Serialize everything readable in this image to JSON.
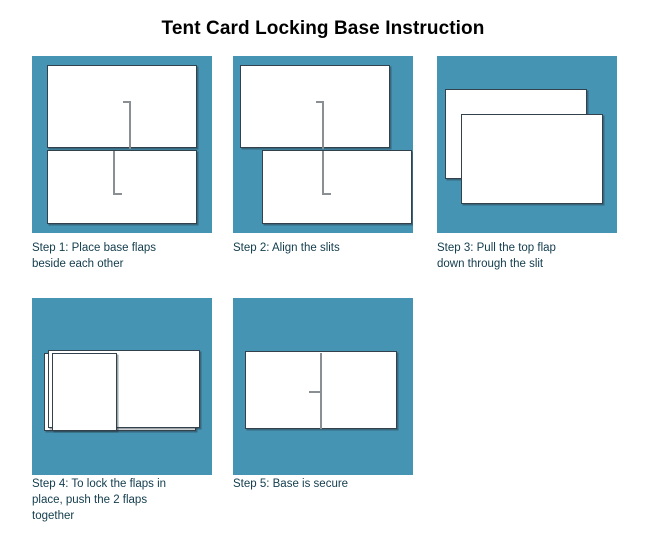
{
  "title": "Tent Card Locking Base Instruction",
  "colors": {
    "panel_background": "#4594b4",
    "sheet_fill": "#ffffff",
    "sheet_stroke": "#33414d",
    "slit_stroke": "#8a8f94",
    "caption_text": "#123c4d",
    "title_text": "#000000",
    "page_background": "#ffffff"
  },
  "steps": [
    {
      "id": "step-1",
      "number": 1,
      "caption": "Step 1: Place base flaps beside each other",
      "caption_lines": [
        "Step 1: Place base flaps",
        "beside each other"
      ],
      "illustration": "two-flaps-side-by-side-with-slits"
    },
    {
      "id": "step-2",
      "number": 2,
      "caption": "Step 2: Align the slits",
      "caption_lines": [
        "Step 2: Align the slits"
      ],
      "illustration": "flaps-shifted-so-slits-line-up"
    },
    {
      "id": "step-3",
      "number": 3,
      "caption": "Step 3: Pull the top flap down through the slit",
      "caption_lines": [
        "Step 3: Pull the top flap",
        "down through the slit"
      ],
      "illustration": "two-overlapping-flaps-offset"
    },
    {
      "id": "step-4",
      "number": 4,
      "caption": "Step 4: To lock the flaps in place, push the 2 flaps together",
      "caption_lines": [
        "Step 4: To lock the flaps in",
        "place, push the 2 flaps",
        "together"
      ],
      "illustration": "stacked-flaps-pushed-together"
    },
    {
      "id": "step-5",
      "number": 5,
      "caption": "Step 5: Base is secure",
      "caption_lines": [
        "Step 5: Base is secure"
      ],
      "illustration": "single-panel-with-interlocked-step-seam"
    }
  ]
}
